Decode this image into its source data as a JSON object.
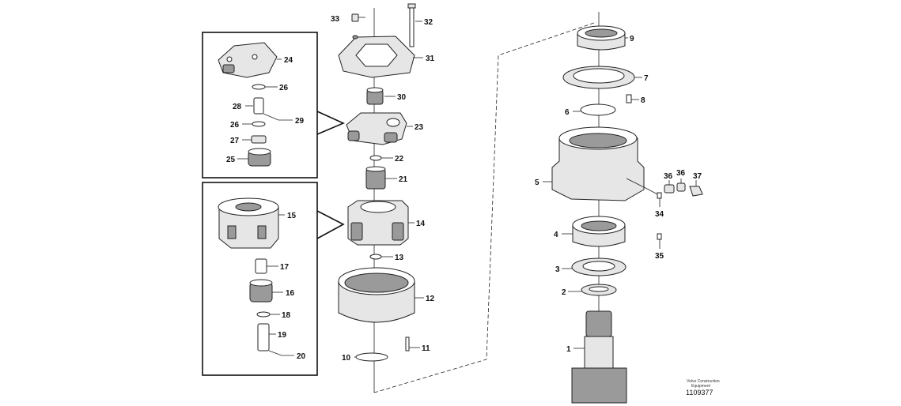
{
  "labels": {
    "n1": "1",
    "n2": "2",
    "n3": "3",
    "n4": "4",
    "n5": "5",
    "n6": "6",
    "n7": "7",
    "n8": "8",
    "n9": "9",
    "n10": "10",
    "n11": "11",
    "n12": "12",
    "n13": "13",
    "n14": "14",
    "n15": "15",
    "n16": "16",
    "n17": "17",
    "n18": "18",
    "n19": "19",
    "n20": "20",
    "n21": "21",
    "n22": "22",
    "n23": "23",
    "n24": "24",
    "n25": "25",
    "n26a": "26",
    "n26b": "26",
    "n27": "27",
    "n28": "28",
    "n29": "29",
    "n30": "30",
    "n31": "31",
    "n32": "32",
    "n33": "33",
    "n34": "34",
    "n35": "35",
    "n36a": "36",
    "n36b": "36",
    "n37": "37"
  },
  "footer": {
    "brand_line1": "Volvo Construction",
    "brand_line2": "Equipment",
    "drawing_id": "1109377"
  }
}
